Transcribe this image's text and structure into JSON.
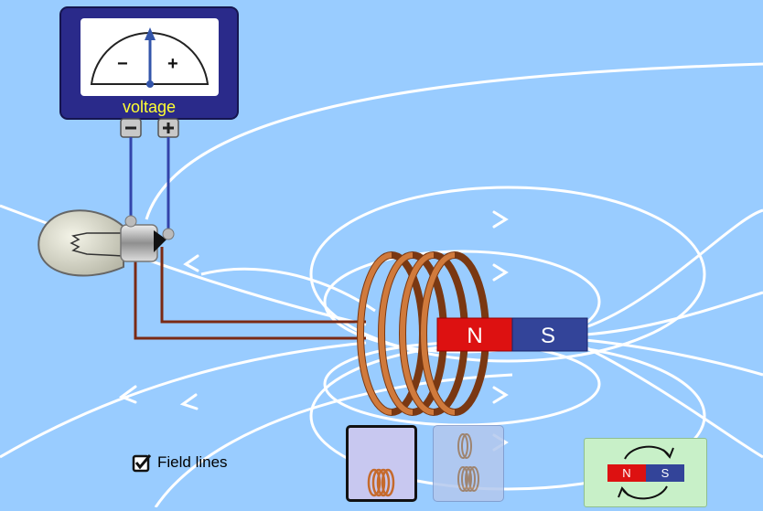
{
  "meter": {
    "label": "voltage",
    "minus_sign": "−",
    "plus_sign": "+",
    "terminal_minus": "−",
    "terminal_plus": "+"
  },
  "magnet": {
    "north_label": "N",
    "south_label": "S",
    "north_color": "#dd1111",
    "south_color": "#334499"
  },
  "controls": {
    "field_lines_label": "Field lines",
    "field_lines_checked": true,
    "coil_options": [
      "four-loop-coil-icon",
      "two-coil-icon"
    ],
    "flip_polarity_icon": "flip-magnet-icon",
    "flip_north": "N",
    "flip_south": "S"
  },
  "colors": {
    "background": "#99ccff",
    "coil": "#b8642a",
    "wire": "#7a2a14",
    "meter_frame": "#2a2a8a",
    "field_line": "#ffffff"
  }
}
